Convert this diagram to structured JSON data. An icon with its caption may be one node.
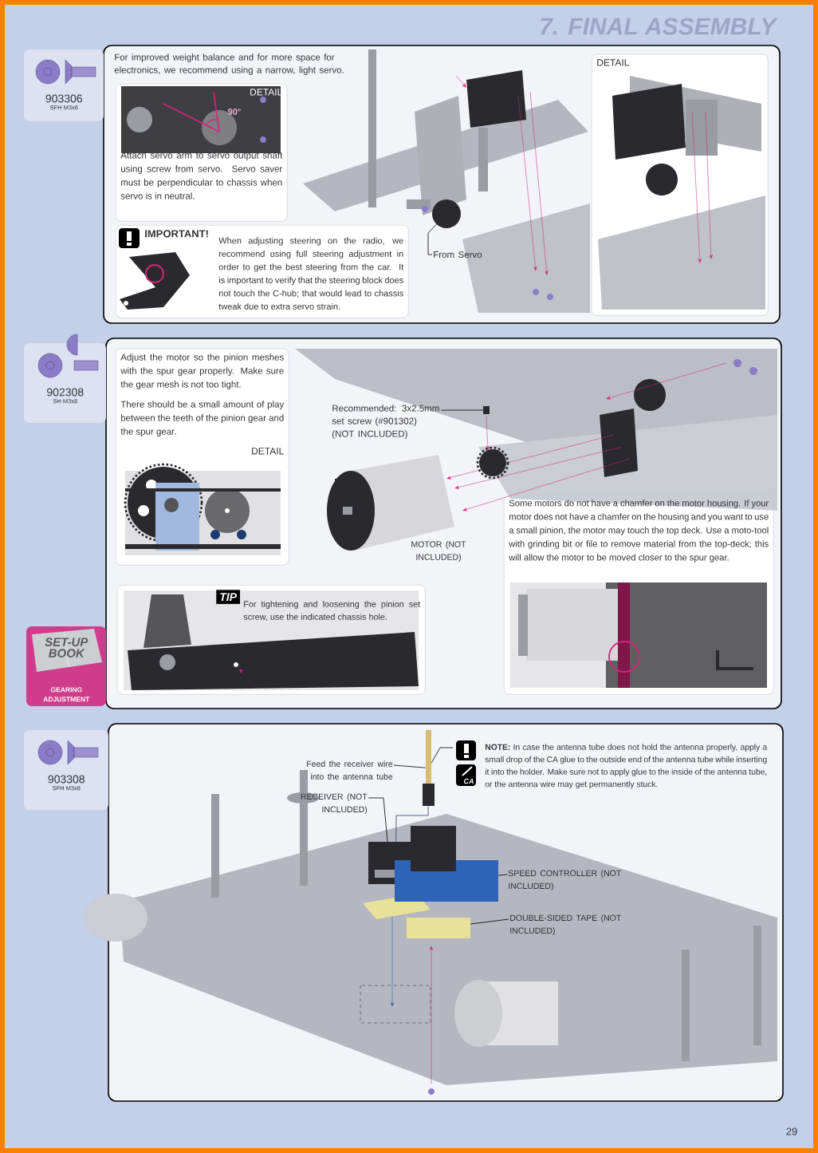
{
  "diagram": {
    "title": "7. FINAL ASSEMBLY",
    "nodes": [
      {
        "text": [
          "903306",
          "SFH M3x6"
        ]
      },
      {
        "text": [
          "For improved weight balance and for more space for electronics, we recommend using a narrow, light servo."
        ]
      },
      {
        "text": [
          "DETAIL",
          "Attach servo arm to servo output shaft using screw from servo. Servo saver must be perpendicular to chassis when servo is in neutral."
        ]
      },
      {
        "text": [
          "IMPORTANT!",
          "When adjusting steering on the radio, we recommend using full steering adjustment in order to get the best steering from the car. It is important to verify that the steering block does not touch the C-hub; that would lead to chassis tweak due to extra servo strain."
        ]
      },
      {
        "text": [
          "From Servo"
        ]
      },
      {
        "text": [
          "DETAIL"
        ]
      },
      {
        "text": [
          "902308",
          "SH M3x8"
        ]
      },
      {
        "text": [
          "Adjust the motor so the pinion meshes with the spur gear properly. Make sure the gear mesh is not too tight.",
          "There should be a small amount of play between the teeth of the pinion gear and the spur gear.",
          "DETAIL"
        ]
      },
      {
        "text": [
          "Recommended: 3x2.5mm set screw (#901302) (NOT INCLUDED)"
        ]
      },
      {
        "text": [
          "TIP",
          "For tightening and loosening the pinion set screw, use the indicated chassis hole."
        ]
      },
      {
        "text": [
          "Some motors do not have a chamfer on the motor housing. If your motor does not have a chamfer on the housing and you want to use a small pinion, the motor may touch the top deck. Use a moto-tool with grinding bit or file to remove material from the top-deck; this will allow the motor to be moved closer to the spur gear."
        ]
      },
      {
        "text": [
          "SET-UP BOOK",
          "GEARING ADJUSTMENT"
        ]
      },
      {
        "text": [
          "903308",
          "SFH M3x8"
        ]
      },
      {
        "text": [
          "Feed the receiver wire into the antenna tube"
        ]
      },
      {
        "text": [
          "RECEIVER (NOT INCLUDED)"
        ]
      },
      {
        "text": [
          "**NOTE:** In case the antenna tube does not hold the antenna properly, apply a small drop of the CA glue to the outside end of the antenna tube while inserting it into the holder. Make sure not to apply glue to the inside of the antenna tube, or the antenna wire may get permanently stuck."
        ]
      },
      {
        "text": [
          "SPEED CONTROLLER (NOT INCLUDED)"
        ]
      },
      {
        "text": [
          "DOUBLE-SIDED TAPE (NOT INCLUDED)"
        ]
      },
      {
        "text": [],
        "shape": "circle"
      },
      {
        "text": [],
        "shape": "box"
      },
      {
        "text": [],
        "shape": "bar"
      },
      {
        "text": [],
        "shape": "box"
      },
      {
        "text": [],
        "shape": "box"
      },
      {
        "text": [],
        "shape": "box"
      }
    ],
    "edges": [
      {
        "from": 4,
        "to": 18,
        "arrow": "none"
      },
      {
        "from": 8,
        "to": 19,
        "arrow": "none"
      },
      {
        "from": 13,
        "to": 20,
        "arrow": "none"
      },
      {
        "from": 14,
        "to": 21,
        "arrow": "none"
      },
      {
        "from": 15,
        "to": 20,
        "arrow": "none"
      },
      {
        "from": 16,
        "to": 22,
        "arrow": "none"
      },
      {
        "from": 17,
        "to": 23,
        "arrow": "none"
      },
      {
        "from": 21,
        "to": 20,
        "arrow": "none",
        "color": "#24447a"
      }
    ],
    "labels": [
      "90°",
      "MOTOR (NOT INCLUDED)",
      "CA",
      "29"
    ]
  }
}
